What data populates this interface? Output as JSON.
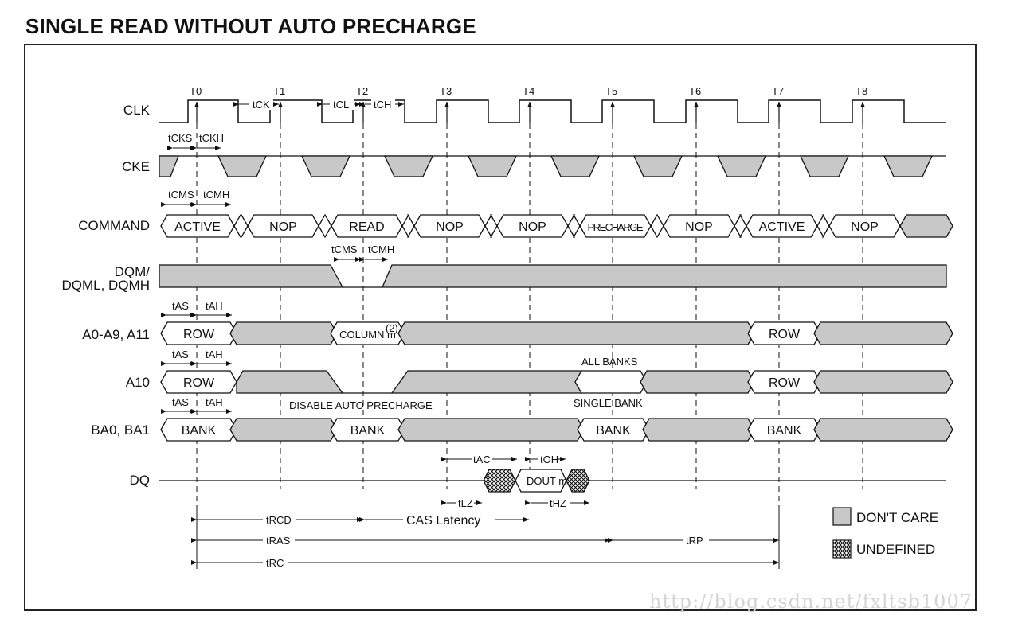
{
  "title": "SINGLE READ WITHOUT AUTO PRECHARGE",
  "signals": {
    "clk": "CLK",
    "cke": "CKE",
    "command": "COMMAND",
    "dqm1": "DQM/",
    "dqm2": "DQML, DQMH",
    "addr": "A0-A9, A11",
    "a10": "A10",
    "ba": "BA0, BA1",
    "dq": "DQ"
  },
  "clock_ticks": [
    "T0",
    "T1",
    "T2",
    "T3",
    "T4",
    "T5",
    "T6",
    "T7",
    "T8"
  ],
  "clock_timing": {
    "tck": "tCK",
    "tcl": "tCL",
    "tch": "tCH"
  },
  "setup_hold": {
    "tcks": "tCKS",
    "tckh": "tCKH",
    "tcms": "tCMS",
    "tcmh": "tCMH",
    "tas": "tAS",
    "tah": "tAH"
  },
  "commands": [
    "ACTIVE",
    "NOP",
    "READ",
    "NOP",
    "NOP",
    "PRECHARGE",
    "NOP",
    "ACTIVE",
    "NOP"
  ],
  "address": {
    "row": "ROW",
    "column": "COLUMN m",
    "column_note": "(2)"
  },
  "a10": {
    "row": "ROW",
    "all_banks": "ALL BANKS",
    "row2": "ROW",
    "disable_note": "DISABLE AUTO PRECHARGE",
    "single_bank": "SINGLE BANK"
  },
  "bank": {
    "bank": "BANK"
  },
  "dq": {
    "dout": "DOUT m",
    "tac": "tAC",
    "toh": "tOH",
    "tlz": "tLZ",
    "thz": "tHZ"
  },
  "intervals": {
    "trcd": "tRCD",
    "cas_latency": "CAS Latency",
    "tras": "tRAS",
    "trp": "tRP",
    "trc": "tRC"
  },
  "legend": {
    "dont_care": "DON'T CARE",
    "undefined": "UNDEFINED"
  },
  "colors": {
    "dont_care_fill": "#c8c8c8",
    "line": "#111111"
  },
  "watermark": "http://blog.csdn.net/fxltsb1007"
}
